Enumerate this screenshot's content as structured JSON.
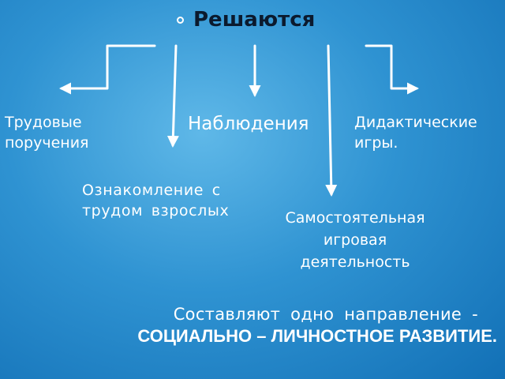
{
  "title": "Решаются",
  "branches": {
    "left_top": "Трудовые",
    "left_bottom": "поручения",
    "center": "Наблюдения",
    "right_top": "Дидактические",
    "right_bottom": "игры.",
    "mid_left_top": "Ознакомление с",
    "mid_left_bottom": "трудом взрослых",
    "mid_right_1": "Самостоятельная",
    "mid_right_2": "игровая",
    "mid_right_3": "деятельность"
  },
  "summary": {
    "line1": "Составляют одно направление -",
    "line2": "СОЦИАЛЬНО – ЛИЧНОСТНОЕ РАЗВИТИЕ."
  },
  "icons": [
    "snowflake-icon"
  ],
  "colors": {
    "background_light": "#5fb8e8",
    "background_dark": "#1270b6",
    "text": "#ffffff",
    "title_text": "#0b1a2e"
  }
}
